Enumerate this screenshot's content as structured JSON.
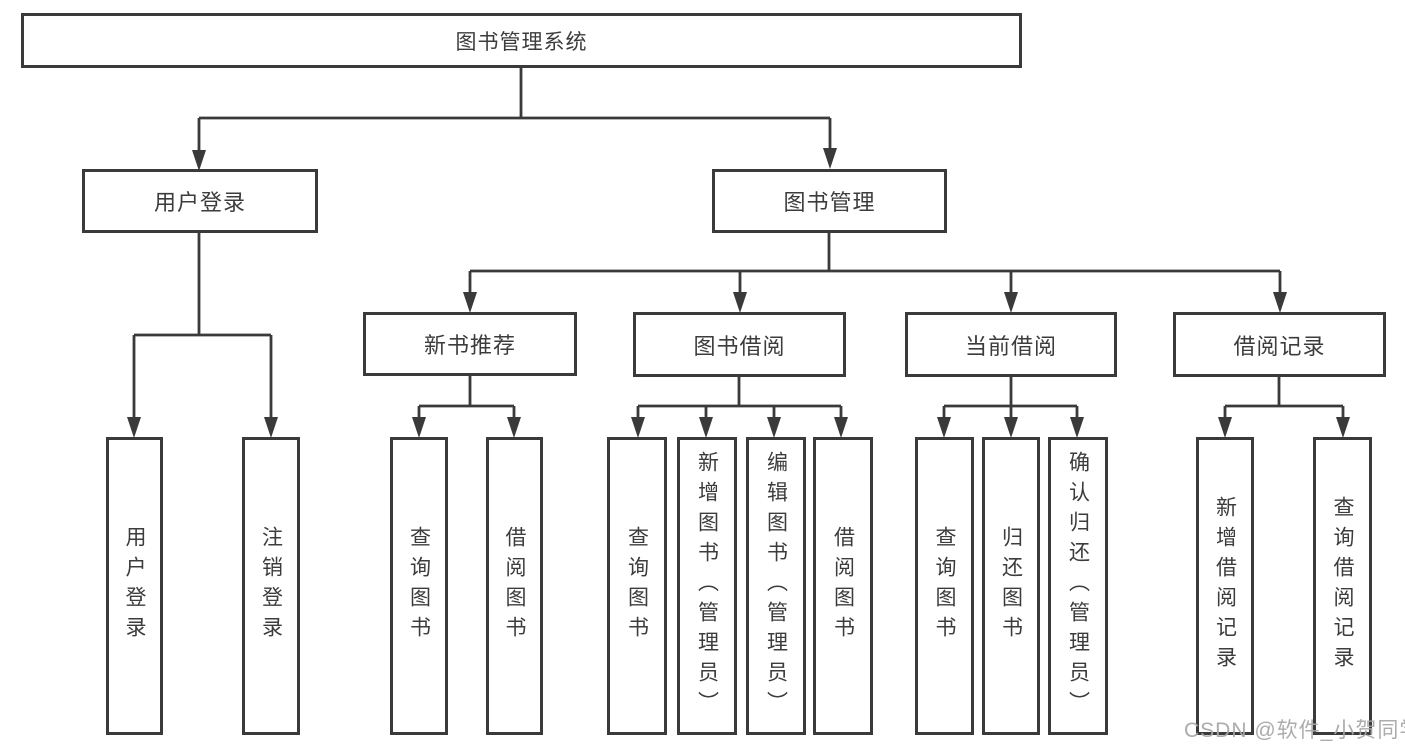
{
  "diagram_type": "hierarchy-tree",
  "colors": {
    "line": "#3a3a3a",
    "box_border": "#3a3a3a",
    "text": "#3c3c3c",
    "watermark": "#a8a8aa",
    "background": "#ffffff"
  },
  "tree": {
    "root": "图书管理系统",
    "children": [
      {
        "label": "用户登录",
        "children": [
          {
            "label": "用户登录"
          },
          {
            "label": "注销登录"
          }
        ]
      },
      {
        "label": "图书管理",
        "children": [
          {
            "label": "新书推荐",
            "children": [
              {
                "label": "查询图书"
              },
              {
                "label": "借阅图书"
              }
            ]
          },
          {
            "label": "图书借阅",
            "children": [
              {
                "label": "查询图书"
              },
              {
                "label": "新增图书（管理员）"
              },
              {
                "label": "编辑图书（管理员）"
              },
              {
                "label": "借阅图书"
              }
            ]
          },
          {
            "label": "当前借阅",
            "children": [
              {
                "label": "查询图书"
              },
              {
                "label": "归还图书"
              },
              {
                "label": "确认归还（管理员）"
              }
            ]
          },
          {
            "label": "借阅记录",
            "children": [
              {
                "label": "新增借阅记录"
              },
              {
                "label": "查询借阅记录"
              }
            ]
          }
        ]
      }
    ]
  },
  "watermark": "CSDN @软件_小贺同学"
}
